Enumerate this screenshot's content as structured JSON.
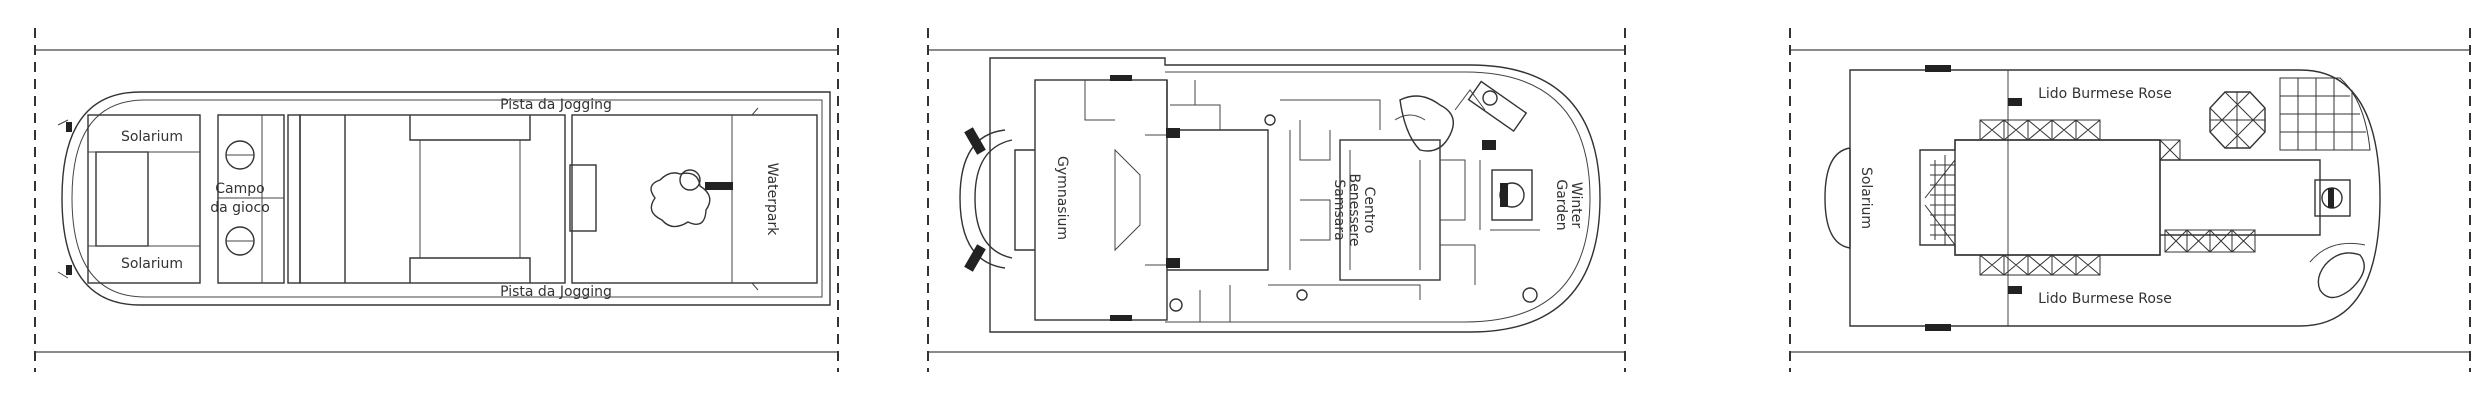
{
  "decks": [
    {
      "id": "deck-1",
      "labels": {
        "solarium_top": "Solarium",
        "solarium_bottom": "Solarium",
        "campo_line1": "Campo",
        "campo_line2": "da gioco",
        "jogging_top": "Pista da Jogging",
        "jogging_bottom": "Pista da Jogging",
        "waterpark": "Waterpark"
      }
    },
    {
      "id": "deck-2",
      "labels": {
        "gymnasium": "Gymnasium",
        "centro_line1": "Centro",
        "centro_line2": "Benessere",
        "centro_line3": "Samsara",
        "winter_line1": "Winter",
        "winter_line2": "Garden"
      }
    },
    {
      "id": "deck-3",
      "labels": {
        "lido_top": "Lido Burmese Rose",
        "lido_bottom": "Lido Burmese Rose",
        "solarium": "Solarium"
      }
    }
  ]
}
